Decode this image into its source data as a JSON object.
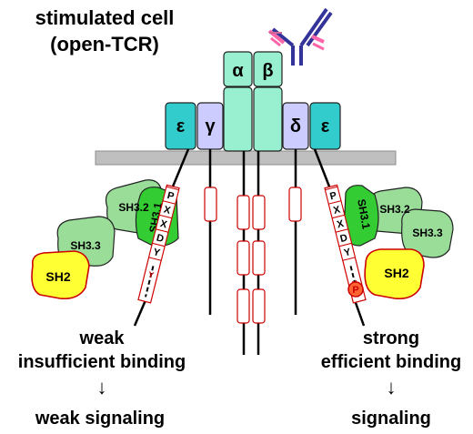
{
  "title": {
    "line1": "stimulated cell",
    "line2": "(open-TCR)"
  },
  "subunits": {
    "alpha": "α",
    "beta": "β",
    "epsilon_left": "ε",
    "gamma": "γ",
    "delta": "δ",
    "epsilon_right": "ε"
  },
  "left_complex": {
    "domains": {
      "sh3_1": "SH3.1",
      "sh3_2": "SH3.2",
      "sh3_3": "SH3.3",
      "sh2": "SH2"
    },
    "motif": [
      "P",
      "X",
      "X",
      "D",
      "Y"
    ],
    "tyrosine": "Y"
  },
  "right_complex": {
    "domains": {
      "sh3_1": "SH3.1",
      "sh3_2": "SH3.2",
      "sh3_3": "SH3.3",
      "sh2": "SH2"
    },
    "motif": [
      "P",
      "X",
      "X",
      "D",
      "Y"
    ],
    "tyrosine": "Y",
    "phospho": "P"
  },
  "left_outcome": {
    "line1": "weak",
    "line2": "insufficient binding",
    "arrow": "↓",
    "result": "weak signaling"
  },
  "right_outcome": {
    "line1": "strong",
    "line2": "efficient binding",
    "arrow": "↓",
    "result": "signaling"
  },
  "colors": {
    "epsilon": "#33cccc",
    "gamma_delta": "#ccccff",
    "alpha_beta": "#99f0d0",
    "membrane": "#bfbfbf",
    "sh3_dark": "#33cc33",
    "sh3_light": "#99dd99",
    "sh2_fill": "#ffff33",
    "sh2_border": "#cc0000",
    "itam_border": "#cc0000",
    "phospho_fill": "#ff6633",
    "antibody_blue": "#333399",
    "antibody_pink": "#ff66aa"
  }
}
